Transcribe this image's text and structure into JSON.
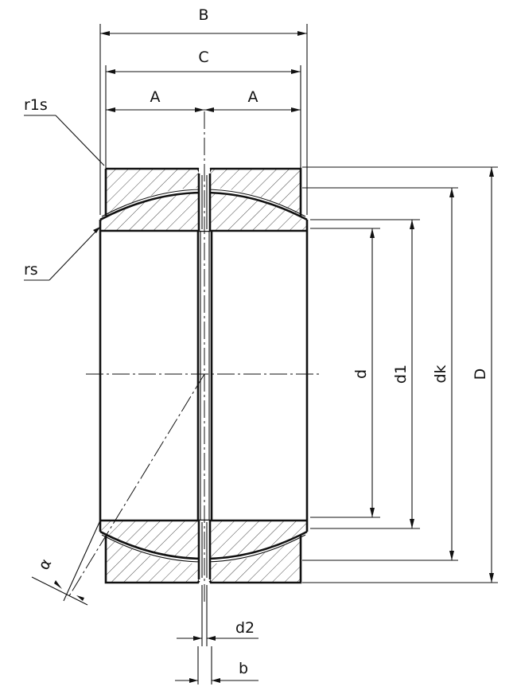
{
  "labels": {
    "B": "B",
    "C": "C",
    "A_left": "A",
    "A_right": "A",
    "r1s": "r1s",
    "rs": "rs",
    "d": "d",
    "d1": "d1",
    "dk": "dk",
    "D": "D",
    "alpha": "α",
    "d2": "d2",
    "b": "b"
  }
}
